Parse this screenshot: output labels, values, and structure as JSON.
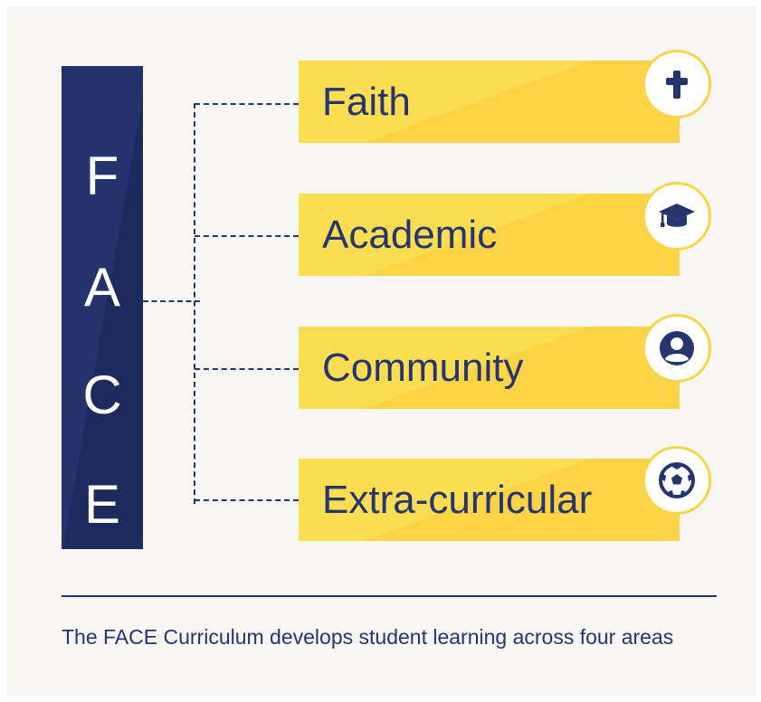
{
  "face_letters": [
    "F",
    "A",
    "C",
    "E"
  ],
  "areas": [
    {
      "label": "Faith",
      "icon": "cross-icon"
    },
    {
      "label": "Academic",
      "icon": "graduation-cap-icon"
    },
    {
      "label": "Community",
      "icon": "user-circle-icon"
    },
    {
      "label": "Extra-curricular",
      "icon": "soccer-ball-icon"
    }
  ],
  "caption": "The FACE Curriculum develops student learning across four areas",
  "colors": {
    "navy": "#26356f",
    "yellow": "#fbdd52",
    "background": "#f8f6f3"
  }
}
